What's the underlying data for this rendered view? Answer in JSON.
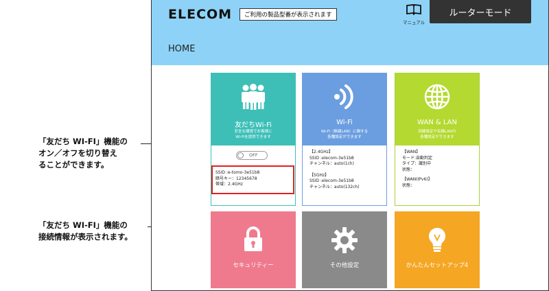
{
  "annotations": {
    "toggle_note": "「友だち WI-FI」機能の\nオン／オフを切り替え\nることができます。",
    "info_note": "「友だち WI-FI」機能の\n接続情報が表示されます。"
  },
  "header": {
    "logo": "ELECOM",
    "model_placeholder": "ご利用の製品型番が表示されます",
    "manual_label": "マニュアル",
    "mode_tab": "ルーターモード",
    "page_title": "HOME"
  },
  "tiles": {
    "friend_wifi": {
      "title": "友だちWi-Fi",
      "subtitle": "安全な環境でお客様に\nWi-Fiを提供できます",
      "toggle_label": "OFF",
      "ssid": "SSID :e-tomo-3e51b8",
      "key": "暗号キー：12345678",
      "band": "帯域：2.4GHz"
    },
    "wifi": {
      "title": "Wi-Fi",
      "subtitle": "Wi-Fi（無線LAN）に関する\n各種設定ができます",
      "band24": "【2.4GHz】",
      "ssid24": "SSID :elecom-3e51b8",
      "channel24": "チャンネル：auto(1ch)",
      "band5": "【5GHz】",
      "ssid5": "SSID :elecom-3e51b8",
      "channel5": "チャンネル：auto(132ch)"
    },
    "wan": {
      "title": "WAN & LAN",
      "subtitle": "回線設定や有線LANの\n各種設定ができます",
      "wan_head": "【WAN】",
      "mode": "モード:自動判定",
      "type": "タイプ：識別中",
      "status": "状態：",
      "ipv6_head": "【WAN(IPv6)】",
      "ipv6_status": "状態："
    },
    "security": {
      "label": "セキュリティー"
    },
    "other": {
      "label": "その他設定"
    },
    "setup": {
      "label": "かんたんセットアップ4"
    }
  },
  "colors": {
    "header_bg": "#8ed3f7",
    "friend_wifi": "#3dbfb8",
    "wifi": "#6b9ee0",
    "wan": "#b4d930",
    "security": "#ef7a8e",
    "other": "#8a8a8a",
    "setup": "#f5a623",
    "highlight": "#e02020"
  },
  "icons": {
    "friend_wifi": "people-icon",
    "wifi": "wifi-signal-icon",
    "wan": "globe-icon",
    "security": "lock-icon",
    "other": "gear-icon",
    "setup": "lightbulb-icon",
    "manual": "book-icon"
  }
}
